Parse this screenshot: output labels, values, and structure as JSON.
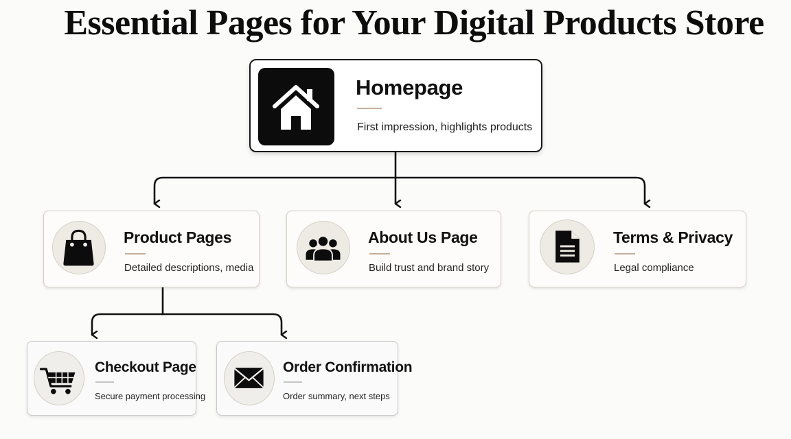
{
  "title": "Essential Pages for Your Digital Products Store",
  "nodes": {
    "homepage": {
      "title": "Homepage",
      "description": "First impression, highlights products",
      "icon": "house-icon"
    },
    "product_pages": {
      "title": "Product Pages",
      "description": "Detailed descriptions, media",
      "icon": "shopping-bag-icon"
    },
    "about_us": {
      "title": "About Us Page",
      "description": "Build trust and brand story",
      "icon": "people-group-icon"
    },
    "terms_privacy": {
      "title": "Terms & Privacy",
      "description": "Legal compliance",
      "icon": "document-icon"
    },
    "checkout": {
      "title": "Checkout Page",
      "description": "Secure payment processing",
      "icon": "shopping-cart-icon"
    },
    "order_confirmation": {
      "title": "Order Confirmation",
      "description": "Order summary, next steps",
      "icon": "envelope-icon"
    }
  },
  "edges": [
    {
      "from": "homepage",
      "to": "product_pages"
    },
    {
      "from": "homepage",
      "to": "about_us"
    },
    {
      "from": "homepage",
      "to": "terms_privacy"
    },
    {
      "from": "product_pages",
      "to": "checkout"
    },
    {
      "from": "product_pages",
      "to": "order_confirmation"
    }
  ],
  "colors": {
    "accent_line": "#c6ad98",
    "accent_line_secondary": "#c4c4c4",
    "icon_dark": "#0c0c0c",
    "icon_circle": "#eeebe5",
    "card_border": "#d8cfc2"
  }
}
